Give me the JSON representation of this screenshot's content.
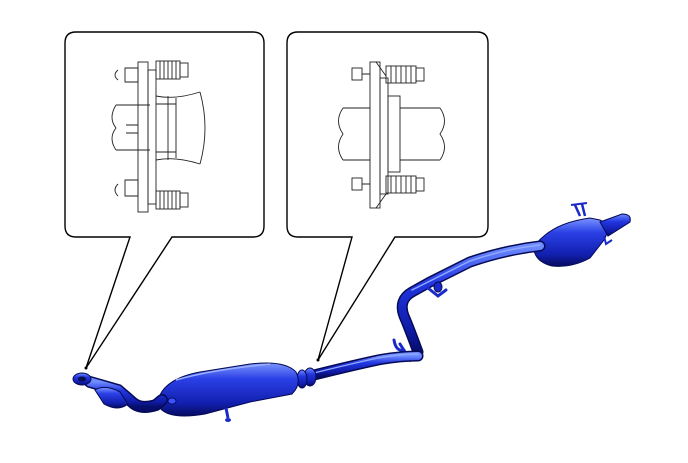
{
  "figure": {
    "kind": "exhaust-system-parts-illustration",
    "callouts": [
      {
        "id": "front-flange-joint",
        "icon": "flange-bolt-detail-icon"
      },
      {
        "id": "center-flange-joint",
        "icon": "flange-bolt-detail-icon"
      }
    ],
    "colors": {
      "pipe": "#1f2fd8",
      "pipe_dark": "#0a128a",
      "pipe_light": "#5a78ff",
      "line": "#000000",
      "callout_fill": "#ffffff"
    }
  }
}
